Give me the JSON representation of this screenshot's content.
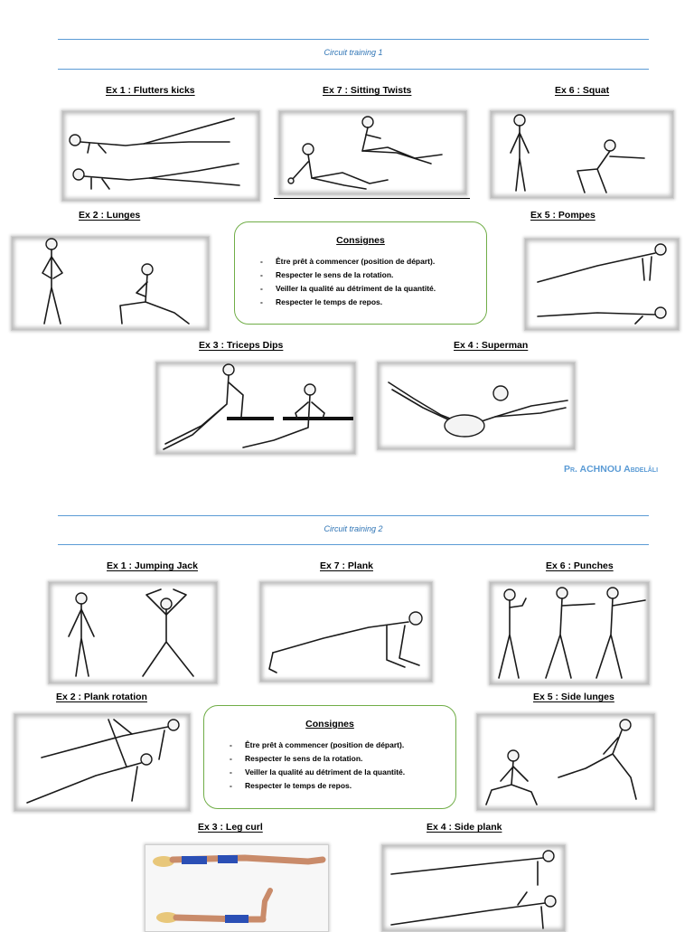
{
  "circuit1": {
    "title": "Circuit training 1",
    "exercises": {
      "ex1": {
        "num": "Ex 1",
        "label": "Ex 1 : Flutters kicks"
      },
      "ex7": {
        "num": "Ex 7",
        "label": "Ex 7 : Sitting Twists"
      },
      "ex6": {
        "num": "Ex 6",
        "label": "Ex 6 : Squat"
      },
      "ex2": {
        "num": "Ex 2",
        "label": "Ex 2 : Lunges"
      },
      "ex5": {
        "num": "Ex 5",
        "label": "Ex 5 : Pompes"
      },
      "ex3": {
        "num": "Ex 3",
        "label": "Ex 3 : Triceps Dips"
      },
      "ex4": {
        "num": "Ex 4",
        "label": "Ex 4 : Superman"
      }
    },
    "consignes": {
      "title": "Consignes",
      "items": [
        "Être prêt à commencer (position de départ).",
        "Respecter le sens de la rotation.",
        "Veiller la qualité au détriment de la quantité.",
        "Respecter le temps de repos."
      ]
    },
    "credit": "Pr. ACHNOU Abdelâli"
  },
  "circuit2": {
    "title": "Circuit training 2",
    "exercises": {
      "ex1": {
        "label": "Ex 1 : Jumping Jack"
      },
      "ex7": {
        "label": "Ex 7 : Plank"
      },
      "ex6": {
        "label": "Ex 6 : Punches"
      },
      "ex2": {
        "label": "Ex 2 : Plank rotation"
      },
      "ex5": {
        "label": "Ex 5 : Side lunges"
      },
      "ex3": {
        "label": "Ex 3 : Leg curl"
      },
      "ex4": {
        "label": "Ex 4 : Side plank"
      }
    },
    "consignes": {
      "title": "Consignes",
      "items": [
        "Être prêt à commencer (position de départ).",
        "Respecter le sens de la rotation.",
        "Veiller la qualité au détriment de la quantité.",
        "Respecter le temps de repos."
      ]
    }
  },
  "colors": {
    "rule": "#5b9bd5",
    "title": "#2e74b5",
    "consignes_border": "#70ad47",
    "credit": "#5b9bd5"
  },
  "icons": {
    "exercise_illustration": "person-figure-icon"
  }
}
